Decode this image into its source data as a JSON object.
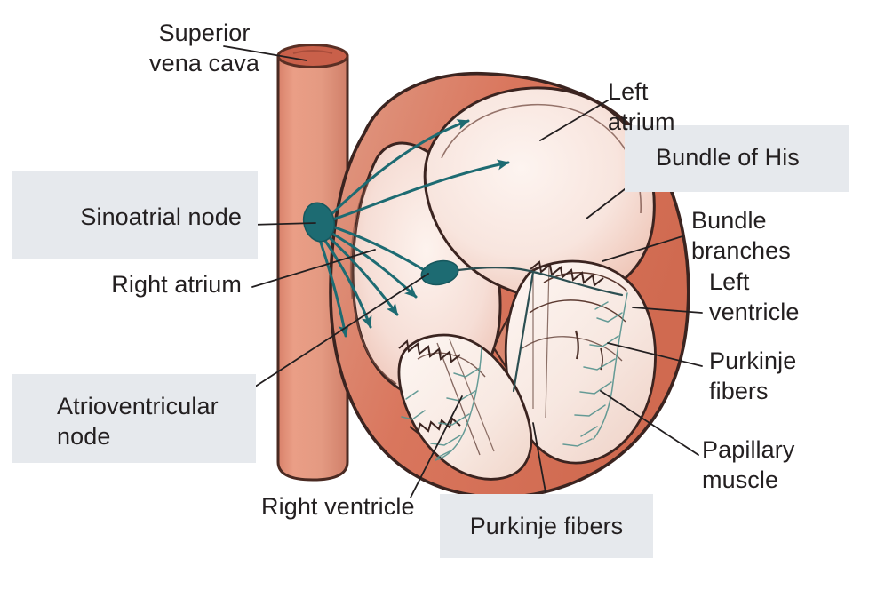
{
  "figure": {
    "subject": "heart-conduction-system",
    "background_color": "#ffffff",
    "highlight_color": "#e6e9ed",
    "label_text_color": "#231f20",
    "myocardium_color": "#d9735c",
    "myocardium_light_color": "#e9a18e",
    "chamber_color": "#f7e3dd",
    "vessel_color": "#e49981",
    "vessel_top_color": "#c9604a",
    "outline_color": "#3b2420",
    "node_color": "#1d6b72",
    "conduction_color": "#1d6b72",
    "purkinje_color": "#6ba9a2"
  },
  "labels": [
    {
      "id": "superior-vena-cava",
      "text": "Superior\nvena cava",
      "highlighted": false,
      "align": "left"
    },
    {
      "id": "sinoatrial-node",
      "text": "Sinoatrial node",
      "highlighted": true,
      "align": "right"
    },
    {
      "id": "right-atrium",
      "text": "Right atrium",
      "highlighted": false,
      "align": "right"
    },
    {
      "id": "atrioventricular-node",
      "text": "Atrioventricular\nnode",
      "highlighted": true,
      "align": "left"
    },
    {
      "id": "right-ventricle",
      "text": "Right ventricle",
      "highlighted": false,
      "align": "left"
    },
    {
      "id": "purkinje-fibers-bottom",
      "text": "Purkinje fibers",
      "highlighted": true,
      "align": "center"
    },
    {
      "id": "left-atrium",
      "text": "Left\natrium",
      "highlighted": false,
      "align": "left"
    },
    {
      "id": "bundle-of-his",
      "text": "Bundle of His",
      "highlighted": true,
      "align": "left"
    },
    {
      "id": "bundle-branches",
      "text": "Bundle\nbranches",
      "highlighted": false,
      "align": "left"
    },
    {
      "id": "left-ventricle",
      "text": "Left\nventricle",
      "highlighted": false,
      "align": "left"
    },
    {
      "id": "purkinje-fibers-right",
      "text": "Purkinje\nfibers",
      "highlighted": false,
      "align": "left"
    },
    {
      "id": "papillary-muscle",
      "text": "Papillary\nmuscle",
      "highlighted": false,
      "align": "left"
    }
  ],
  "label_text": {
    "superior_vena_cava": "Superior\nvena cava",
    "sinoatrial_node": "Sinoatrial node",
    "right_atrium": "Right atrium",
    "atrioventricular_node": "Atrioventricular\nnode",
    "right_ventricle": "Right ventricle",
    "purkinje_fibers_bottom": "Purkinje fibers",
    "left_atrium": "Left\natrium",
    "bundle_of_his": "Bundle of His",
    "bundle_branches": "Bundle\nbranches",
    "left_ventricle": "Left\nventricle",
    "purkinje_fibers_right": "Purkinje\nfibers",
    "papillary_muscle": "Papillary\nmuscle"
  },
  "anatomy": {
    "sinoatrial_node_shape": "teal-oval",
    "atrioventricular_node_shape": "teal-oval",
    "conduction_arrow_count": 7,
    "vessel_name": "superior-vena-cava-cylinder"
  }
}
